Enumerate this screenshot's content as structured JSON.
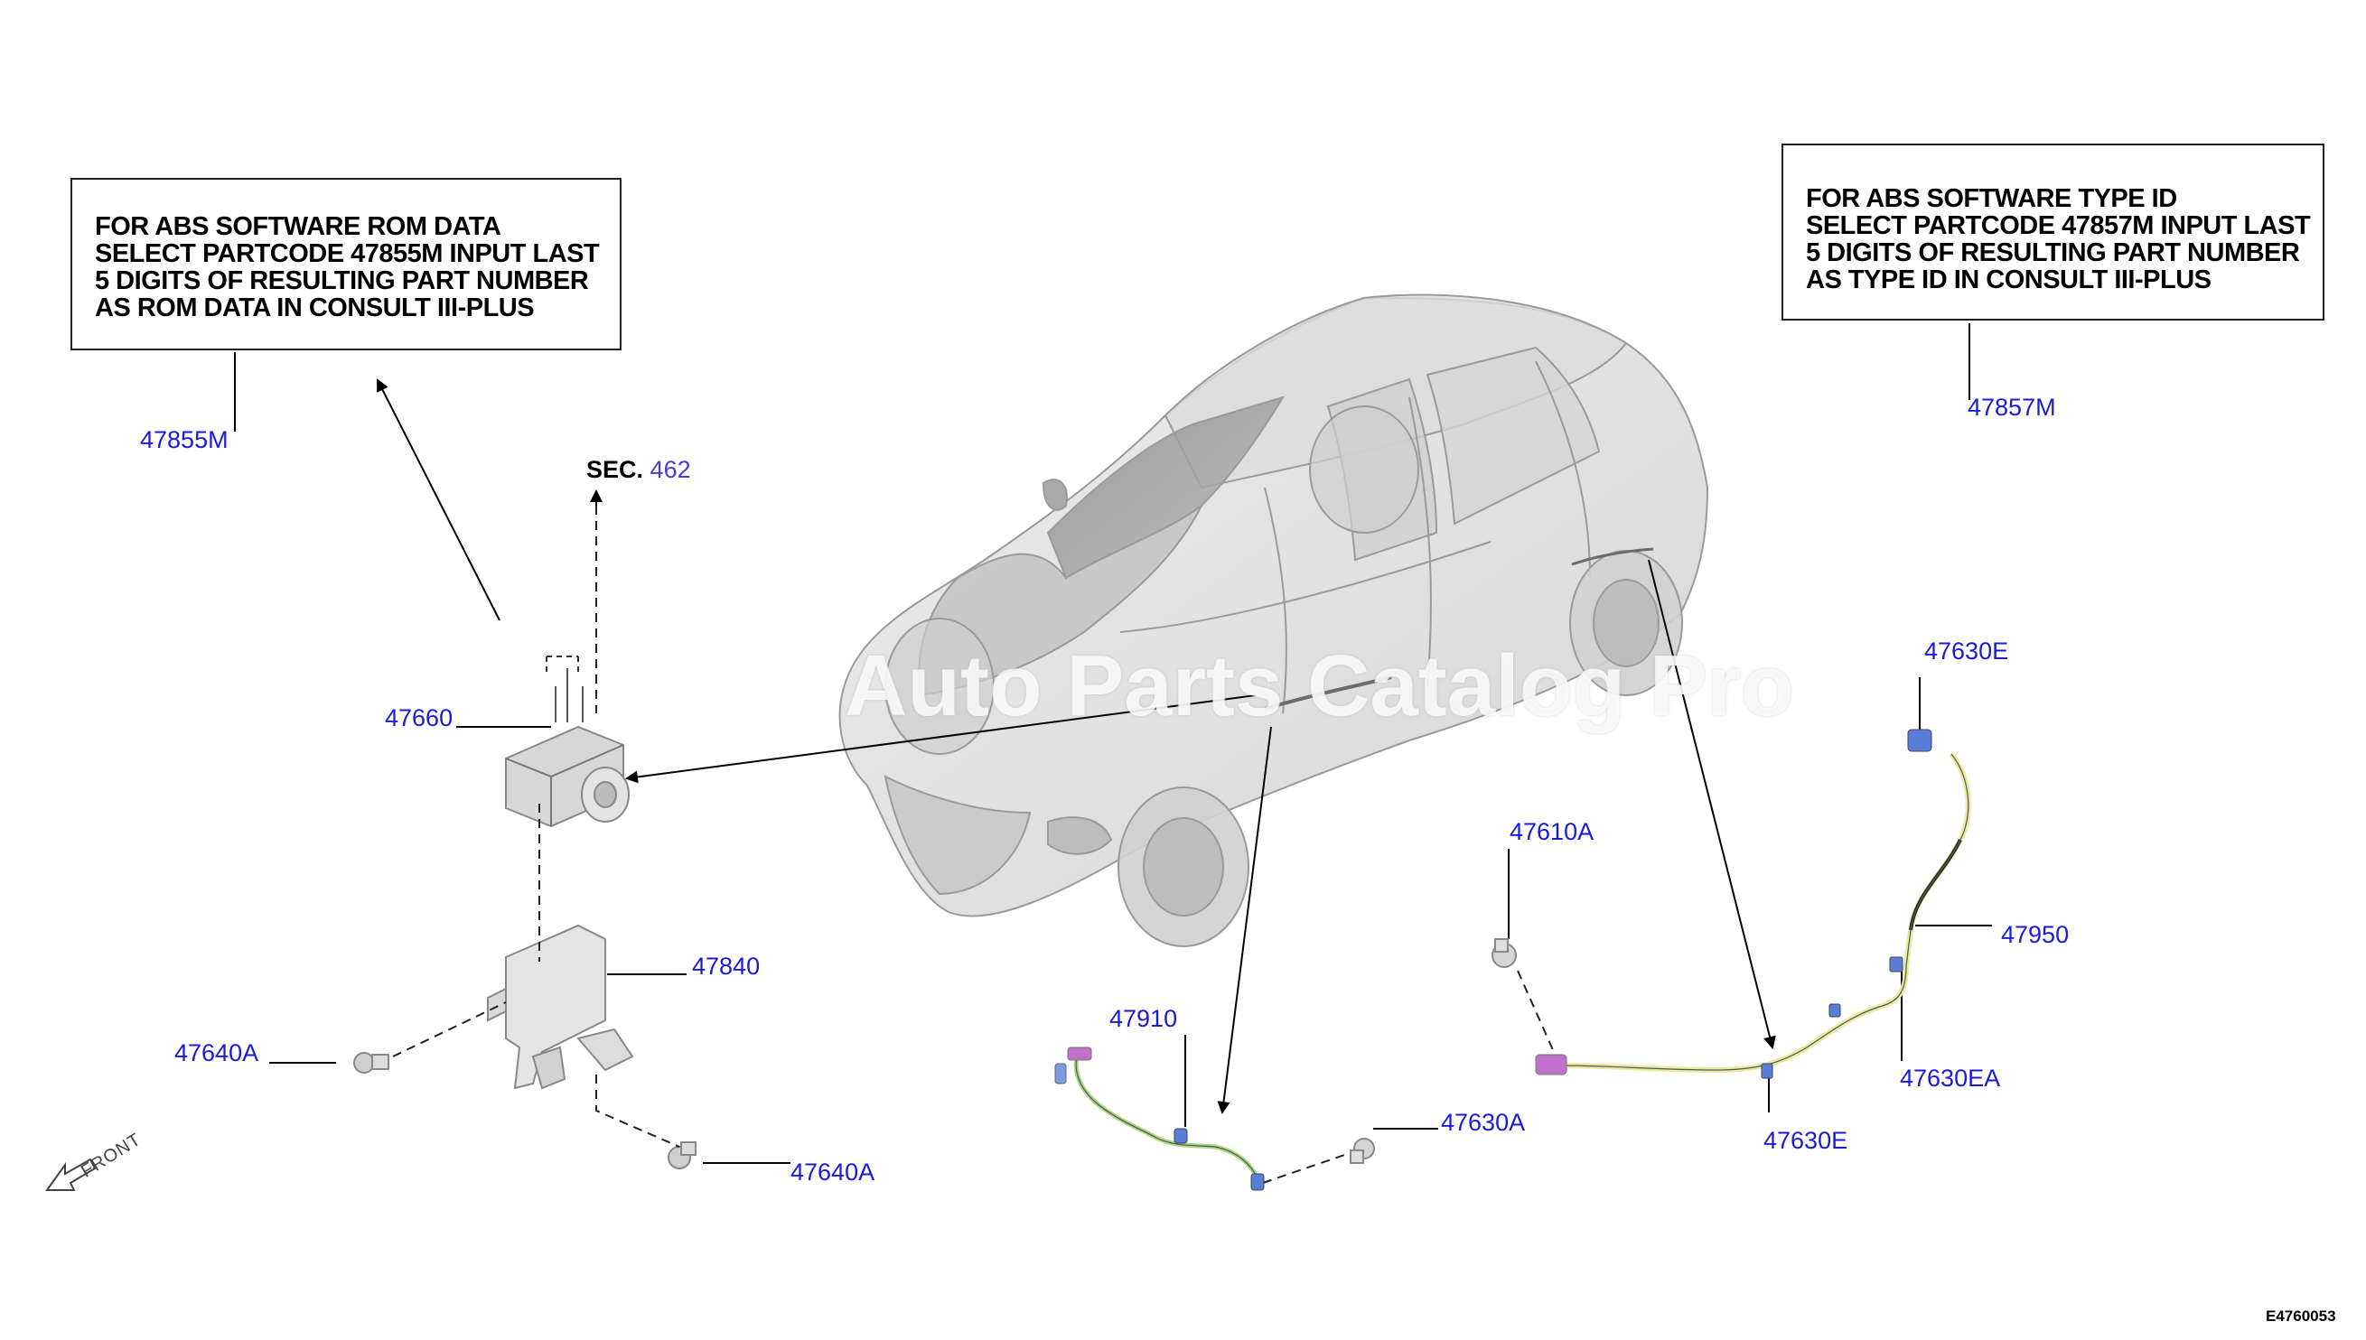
{
  "notes": {
    "rom": {
      "lines": [
        "FOR ABS SOFTWARE ROM DATA",
        "SELECT PARTCODE 47855M INPUT LAST",
        "5 DIGITS OF RESULTING PART NUMBER",
        "AS ROM DATA IN CONSULT III-PLUS"
      ]
    },
    "typeid": {
      "lines": [
        "FOR ABS SOFTWARE TYPE ID",
        "SELECT PARTCODE 47857M INPUT LAST",
        "5 DIGITS OF RESULTING PART NUMBER",
        "AS TYPE ID IN CONSULT III-PLUS"
      ]
    }
  },
  "callouts": {
    "p47855M": "47855M",
    "p47857M": "47857M",
    "p47660": "47660",
    "p47840": "47840",
    "p47640A_left": "47640A",
    "p47640A_bottom": "47640A",
    "p47910": "47910",
    "p47630A": "47630A",
    "p47610A": "47610A",
    "p47630E_top": "47630E",
    "p47950": "47950",
    "p47630EA": "47630EA",
    "p47630E_bottom": "47630E"
  },
  "section_ref": {
    "prefix": "SEC.",
    "number": "462"
  },
  "watermark": "Auto Parts Catalog Pro",
  "front_label": "FRONT",
  "diagram_id": "E4760053",
  "colors": {
    "callout": "#1a1adc",
    "harness_front": "#a6d77a",
    "harness_rear": "#e8ec9a",
    "sensor": "#5a7dd8",
    "connector": "#c070c8"
  }
}
